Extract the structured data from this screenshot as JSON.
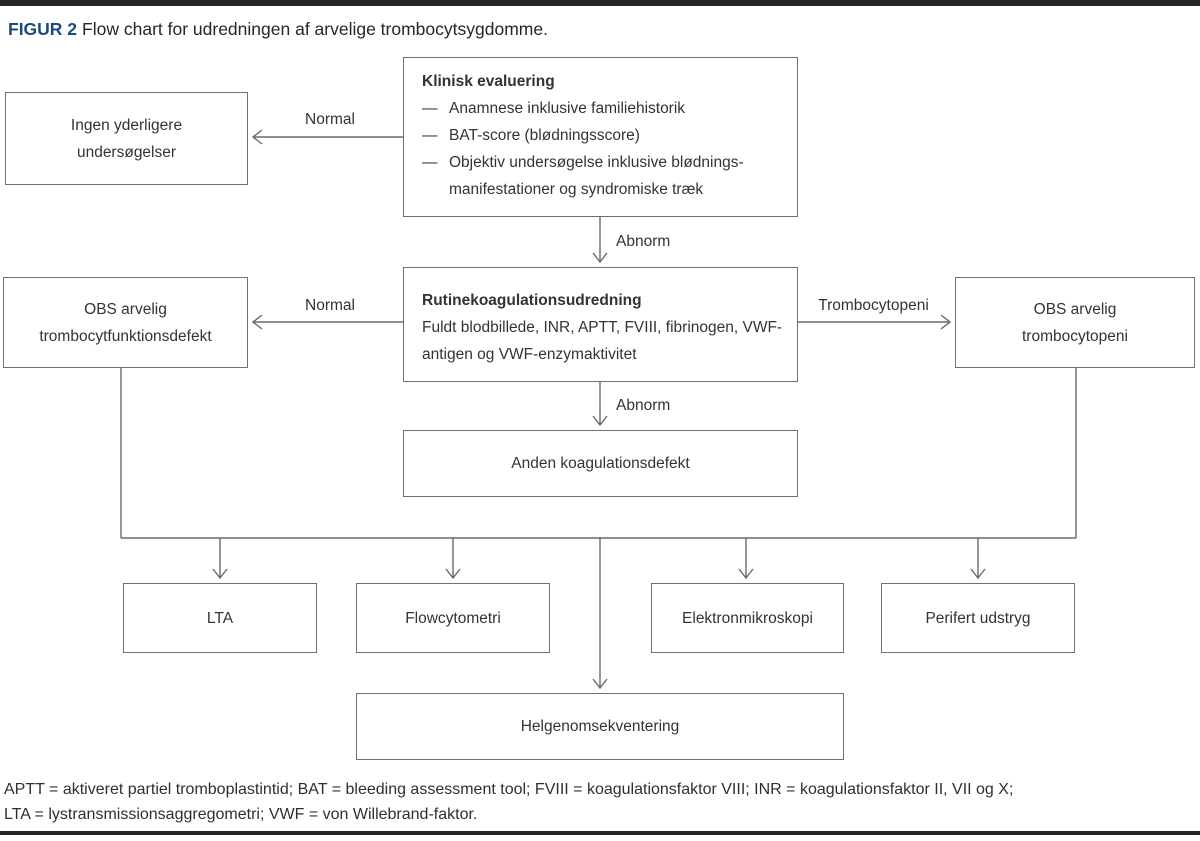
{
  "figure": {
    "label": "FIGUR 2",
    "caption": "Flow chart for udredningen af arvelige trombocytsygdomme."
  },
  "colors": {
    "accent": "#1d4a7d",
    "line": "#6a6a6a",
    "text": "#333333",
    "bar": "#262626"
  },
  "nodes": {
    "klinisk_evaluering": {
      "title": "Klinisk evaluering",
      "marker": "—",
      "items": [
        "Anamnese inklusive familiehistorik",
        "BAT-score (blødningsscore)",
        "Objektiv undersøgelse inklusive blødnings-manifestationer og syndromiske træk"
      ]
    },
    "ingen_yderligere": {
      "label": "Ingen yderligere undersøgelser"
    },
    "rutinekoagulation": {
      "title": "Rutinekoagulationsudredning",
      "body": "Fuldt blodbillede, INR, APTT, FVIII, fibrinogen, VWF-antigen og VWF-enzymaktivitet"
    },
    "obs_funktionsdefekt": {
      "label": "OBS arvelig trombocytfunktionsdefekt"
    },
    "obs_trombocytopeni": {
      "label": "OBS arvelig trombocytopeni"
    },
    "anden_koagulationsdefekt": {
      "label": "Anden koagulationsdefekt"
    },
    "lta": {
      "label": "LTA"
    },
    "flowcytometri": {
      "label": "Flowcytometri"
    },
    "elektronmikroskopi": {
      "label": "Elektronmikroskopi"
    },
    "perifert_udstryg": {
      "label": "Perifert udstryg"
    },
    "helgenomsekventering": {
      "label": "Helgenomsekventering"
    }
  },
  "edge_labels": {
    "normal_top": "Normal",
    "abnorm_top": "Abnorm",
    "normal_mid": "Normal",
    "trombocytopeni": "Trombocytopeni",
    "abnorm_mid": "Abnorm"
  },
  "footnote": {
    "line1": "APTT = aktiveret partiel tromboplastintid; BAT = bleeding assessment tool; FVIII = koagulationsfaktor VIII; INR = koagulationsfaktor II, VII og X;",
    "line2": "LTA = lystransmissionsaggregometri; VWF = von Willebrand-faktor."
  }
}
